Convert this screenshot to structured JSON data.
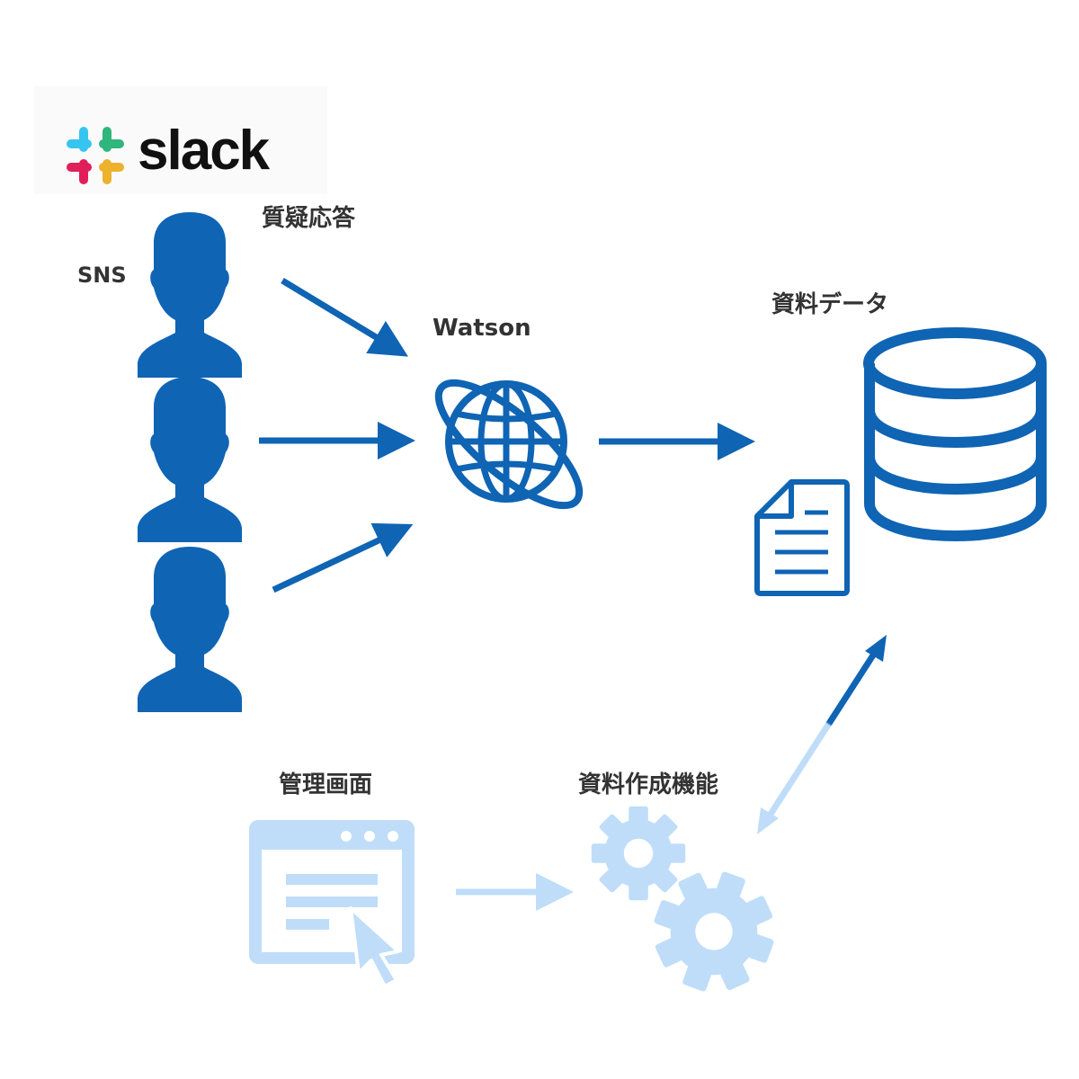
{
  "logo": {
    "text": "slack"
  },
  "labels": {
    "qa": "質疑応答",
    "sns": "SNS",
    "watson": "Watson",
    "data": "資料データ",
    "admin": "管理画面",
    "doc_function": "資料作成機能"
  },
  "icons": {
    "users": [
      "user-icon",
      "user-icon",
      "user-icon"
    ],
    "watson": "globe-icon",
    "database": "database-icon",
    "document": "document-icon",
    "admin": "browser-window-icon",
    "doc_function": "gears-icon"
  },
  "colors": {
    "primary": "#0F64B4",
    "light": "#BFDDF8",
    "label": "#333333"
  }
}
